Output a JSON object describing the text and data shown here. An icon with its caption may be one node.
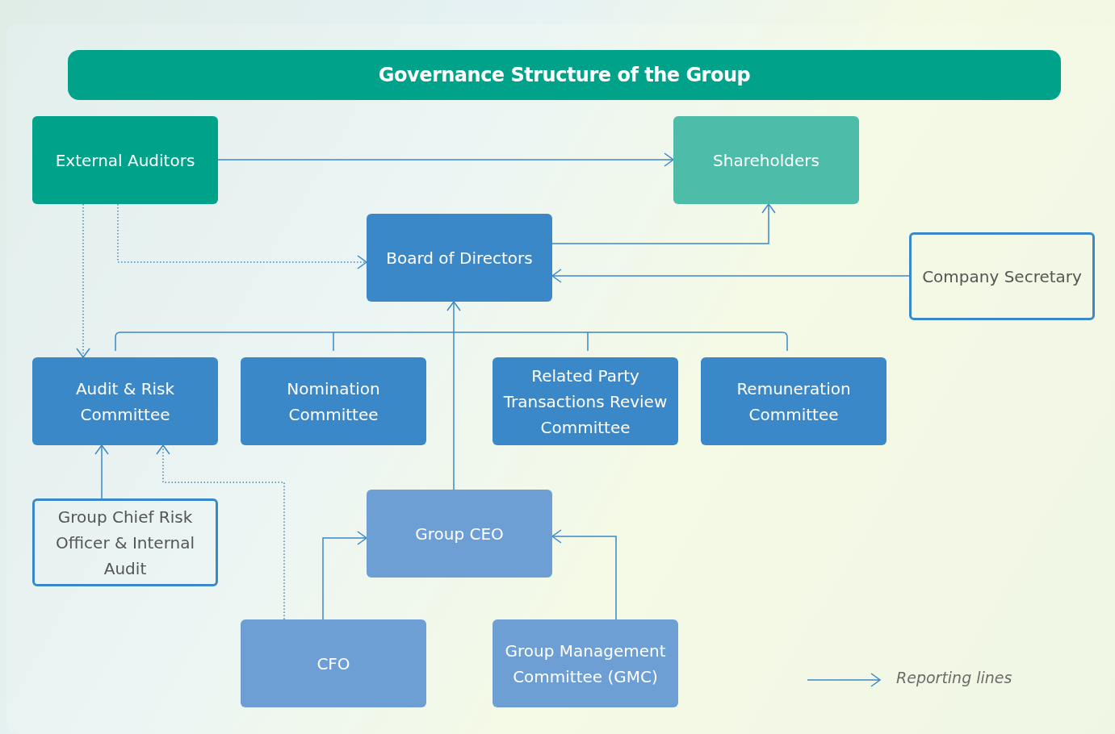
{
  "diagram": {
    "title": "Governance Structure of the Group",
    "nodes": [
      {
        "text": [
          "External Auditors"
        ]
      },
      {
        "text": [
          "Shareholders"
        ]
      },
      {
        "text": [
          "Board of Directors"
        ]
      },
      {
        "text": [
          "Company Secretary"
        ]
      },
      {
        "text": [
          "Audit & Risk Committee"
        ]
      },
      {
        "text": [
          "Nomination Committee"
        ]
      },
      {
        "text": [
          "Related Party Transactions Review Committee"
        ]
      },
      {
        "text": [
          "Remuneration Committee"
        ]
      },
      {
        "text": [
          "Group Chief Risk Officer & Internal Audit"
        ]
      },
      {
        "text": [
          "Group CEO"
        ]
      },
      {
        "text": [
          "CFO"
        ]
      },
      {
        "text": [
          "Group Management Committee (GMC)"
        ]
      }
    ],
    "edges": [
      {
        "from": 0,
        "to": 1,
        "arrow": "to"
      },
      {
        "from": 0,
        "to": 2,
        "arrow": "to",
        "style": "dashed"
      },
      {
        "from": 0,
        "to": 4,
        "arrow": "to",
        "style": "dashed"
      },
      {
        "from": 2,
        "to": 1,
        "arrow": "to"
      },
      {
        "from": 3,
        "to": 2,
        "arrow": "to"
      },
      {
        "from": 8,
        "to": 4,
        "arrow": "to"
      },
      {
        "from": 10,
        "to": 4,
        "arrow": "to",
        "style": "dashed"
      },
      {
        "from": 9,
        "to": 2,
        "arrow": "to"
      },
      {
        "from": 10,
        "to": 9,
        "arrow": "to"
      },
      {
        "from": 11,
        "to": 9,
        "arrow": "to"
      }
    ],
    "legend": [
      {
        "text": "Reporting lines"
      }
    ]
  }
}
